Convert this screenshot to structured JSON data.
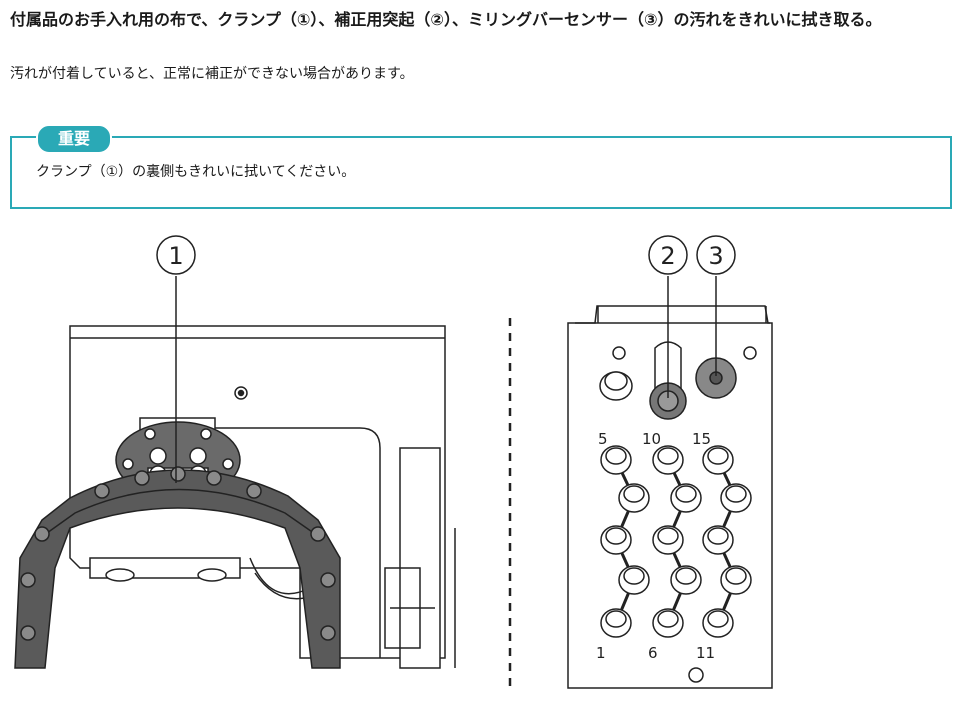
{
  "content": {
    "lead": "付属品のお手入れ用の布で、クランプ（①）、補正用突起（②）、ミリングバーセンサー（③）の汚れをきれいに拭き取る。",
    "sub": "汚れが付着していると、正常に補正ができない場合があります。",
    "notice": {
      "label": "重要",
      "text": "クランプ（①）の裏側もきれいに拭いてください。"
    }
  },
  "figure": {
    "callouts": [
      "1",
      "2",
      "3"
    ],
    "plate_numbers": [
      "5",
      "10",
      "15",
      "1",
      "6",
      "11"
    ]
  },
  "colors": {
    "accent": "#2aa9b6",
    "clamp_fill": "#555555"
  }
}
